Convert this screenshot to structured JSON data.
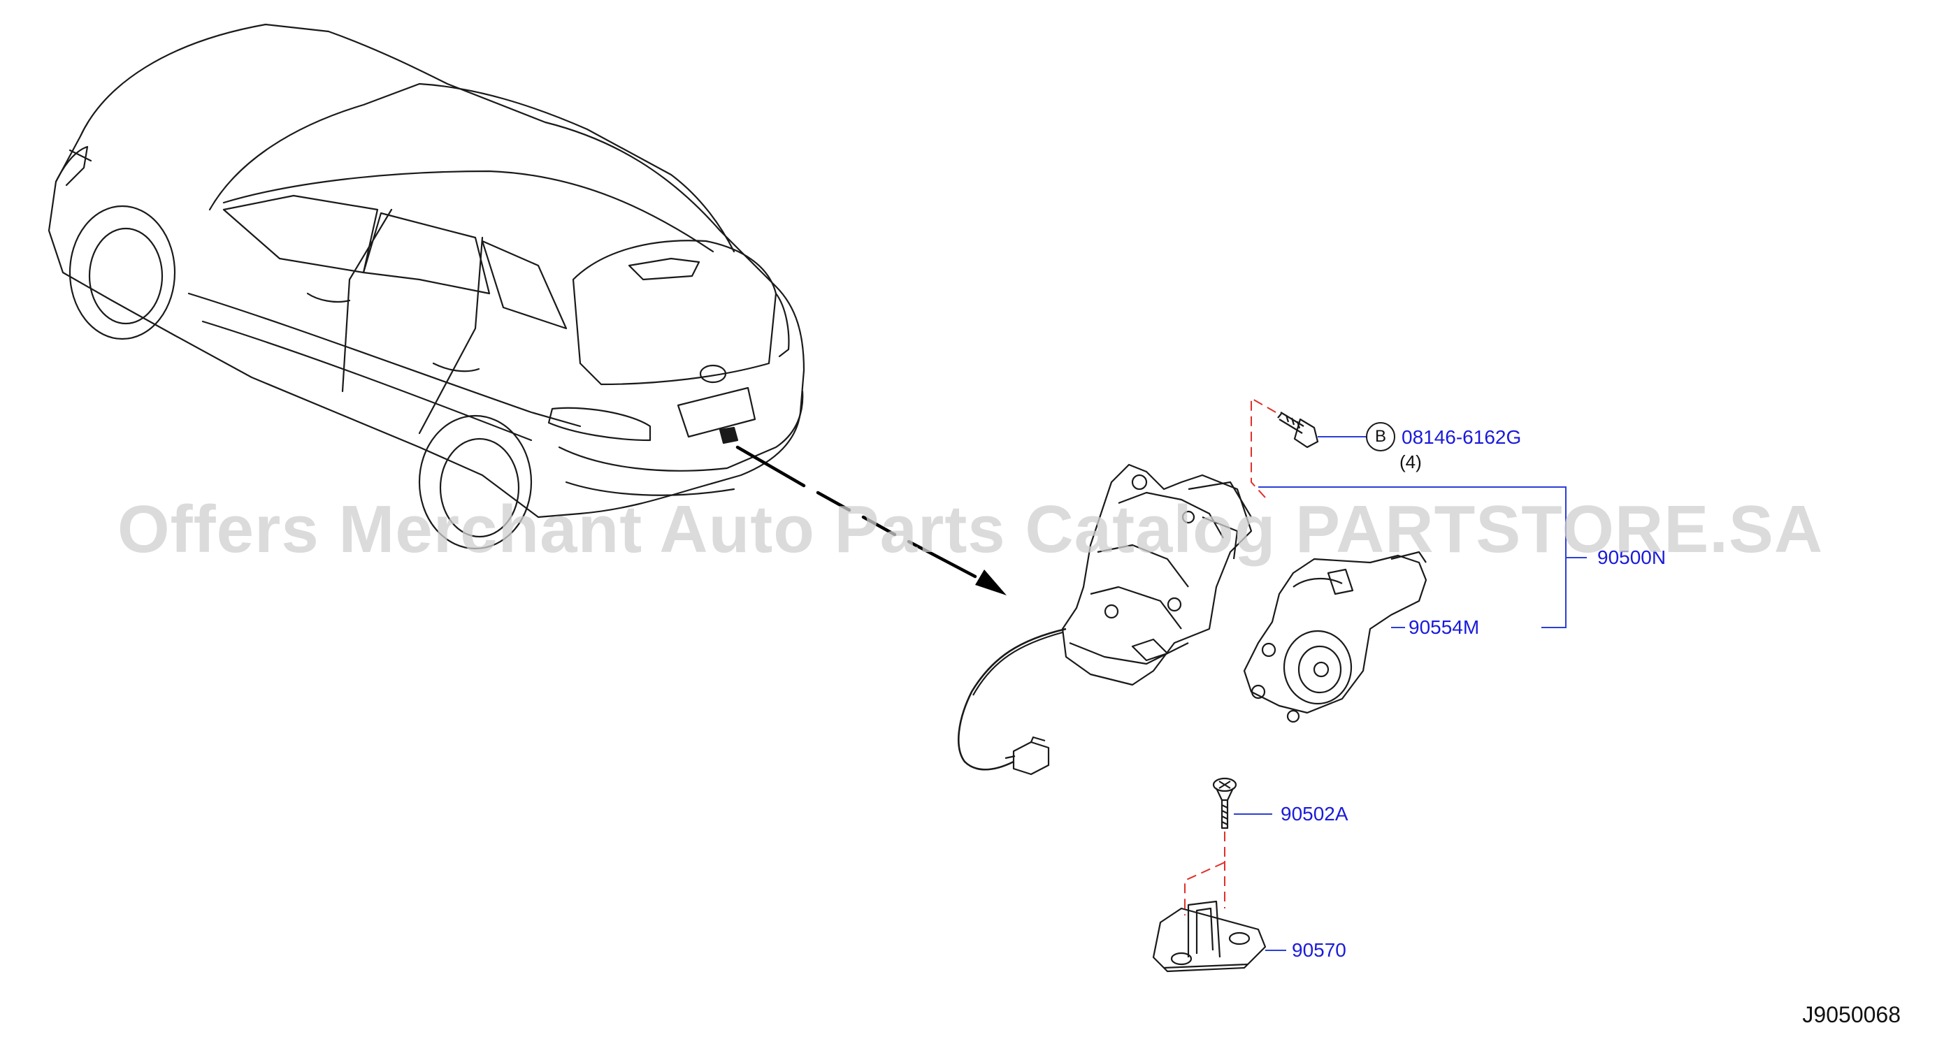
{
  "watermark": "Offers Merchant Auto Parts Catalog PARTSTORE.SA",
  "diagram_code": "J9050068",
  "parts": {
    "bolt": {
      "number": "08146-6162G",
      "quantity": "(4)",
      "ref_letter": "B"
    },
    "assembly": {
      "number": "90500N"
    },
    "actuator": {
      "number": "90554M"
    },
    "screw": {
      "number": "90502A"
    },
    "striker": {
      "number": "90570"
    }
  },
  "colors": {
    "line": "#1a1a1a",
    "leader": "#2b3fd6",
    "dash": "#e0302a",
    "label": "#1a1adb"
  },
  "icons": [
    "vehicle-rear-view",
    "arrow-pointer",
    "hex-bolt",
    "latch-assembly",
    "actuator-motor",
    "flat-screw",
    "striker-plate",
    "wire-connector"
  ]
}
